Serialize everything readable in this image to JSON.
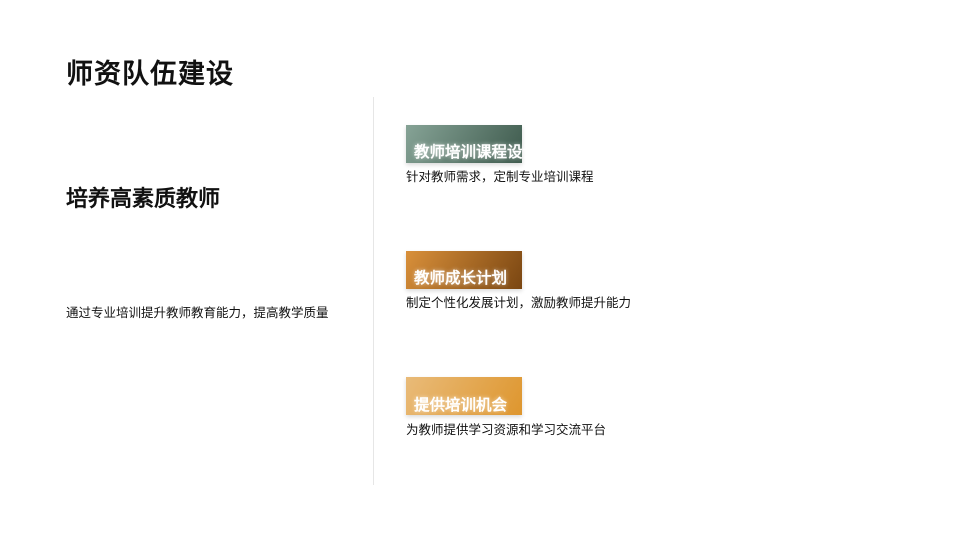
{
  "title": "师资队伍建设",
  "left": {
    "heading": "培养高素质教师",
    "description": "通过专业培训提升教师教育能力，提高教学质量"
  },
  "items": [
    {
      "label": "教师培训课程设计",
      "description": "针对教师需求，定制专业培训课程",
      "colors": [
        "#86a396",
        "#3e5a4d"
      ]
    },
    {
      "label": "教师成长计划",
      "description": "制定个性化发展计划，激励教师提升能力",
      "colors": [
        "#d9903a",
        "#7a4612"
      ]
    },
    {
      "label": "提供培训机会",
      "description": "为教师提供学习资源和学习交流平台",
      "colors": [
        "#e9bb79",
        "#de962e"
      ]
    }
  ]
}
